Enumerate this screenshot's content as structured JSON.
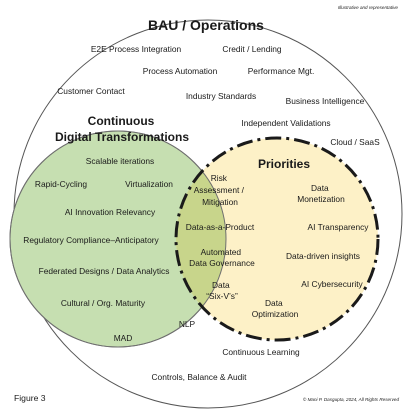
{
  "header_note": "Illustrative and representative",
  "outer": {
    "title": "BAU / Operations",
    "items": [
      "E2E Process Integration",
      "Credit / Lending",
      "Process Automation",
      "Performance Mgt.",
      "Customer Contact",
      "Industry Standards",
      "Business Intelligence",
      "Independent Validations",
      "Cloud / SaaS",
      "Continuous Learning",
      "Controls, Balance & Audit"
    ]
  },
  "cdt": {
    "title_line1": "Continuous",
    "title_line2": "Digital Transformations",
    "items": [
      "Scalable iterations",
      "Rapid-Cycling",
      "Virtualization",
      "AI Innovation Relevancy",
      "Regulatory Compliance–Anticipatory",
      "Federated Designs / Data Analytics",
      "Cultural / Org. Maturity",
      "NLP",
      "MAD"
    ]
  },
  "overlap": {
    "items": [
      [
        "Risk",
        "Assessment /",
        "Mitigation"
      ],
      [
        "Data-as-a-Product"
      ],
      [
        "Automated",
        "Data Governance"
      ],
      [
        "Data",
        "“Six-V’s”"
      ]
    ]
  },
  "priorities": {
    "title": "Priorities",
    "items": [
      [
        "Data",
        "Monetization"
      ],
      [
        "AI Transparency"
      ],
      [
        "Data-driven insights"
      ],
      [
        "AI Cybersecurity"
      ],
      [
        "Data",
        "Optimization"
      ]
    ]
  },
  "colors": {
    "green_fill": "#c6dfb1",
    "overlap_fill": "#c8d58b",
    "yellow_fill": "#fdf1c7",
    "outline": "#1a1a1a"
  },
  "footer": {
    "figure": "Figure 3",
    "copyright": "© Mani P. Dasgupta, 2024, All Rights Reserved"
  }
}
